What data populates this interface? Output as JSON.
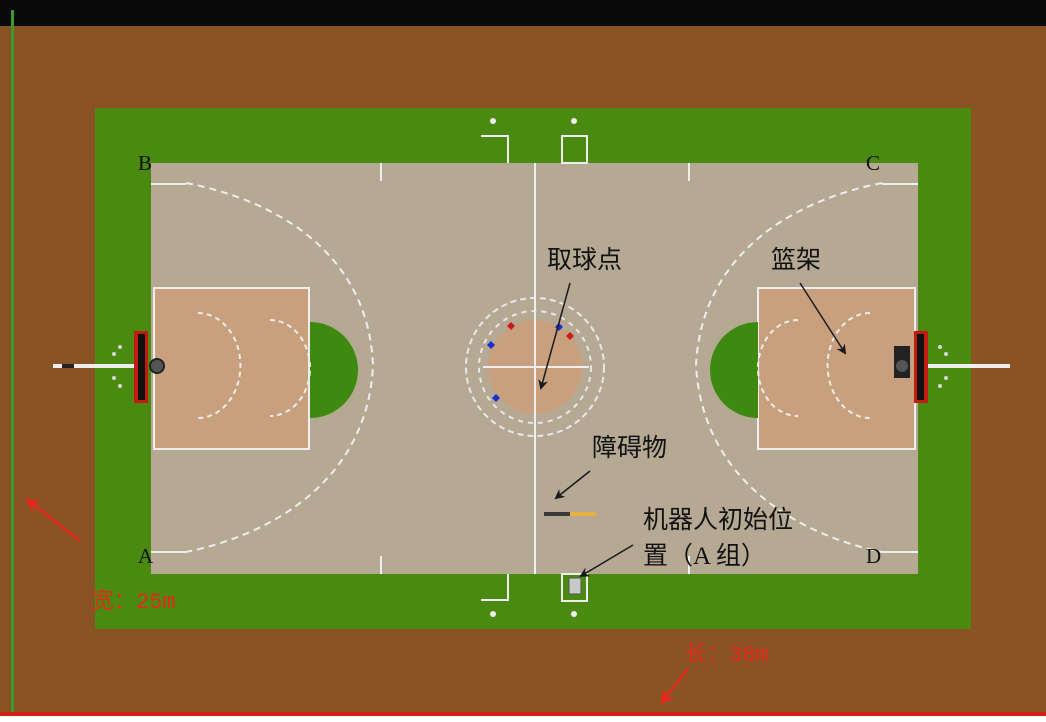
{
  "corners": {
    "a": "A",
    "b": "B",
    "c": "C",
    "d": "D"
  },
  "annotations": {
    "pickup_point": "取球点",
    "hoop": "篮架",
    "obstacle": "障碍物",
    "robot_start_line1": "机器人初始位",
    "robot_start_line2": "置（A 组）"
  },
  "dimensions": {
    "width": "宽：25m",
    "length": "长：38m"
  },
  "colors": {
    "outer_ground": "#8a5324",
    "grass": "#4a8a10",
    "court": "#b5a994",
    "paint": "#c9a07e",
    "key_green": "#3e8a10",
    "line": "#eeeeee",
    "arrow_red": "#e8281c",
    "top_bar": "#0a0a0a"
  },
  "markers": {
    "ball_colors": [
      "#d21a1a",
      "#1a2fd2",
      "#1a2fd2",
      "#1a2fd2",
      "#d21a1a"
    ],
    "obstacle_colors": [
      "#3a3a3a",
      "#e8b040"
    ]
  }
}
